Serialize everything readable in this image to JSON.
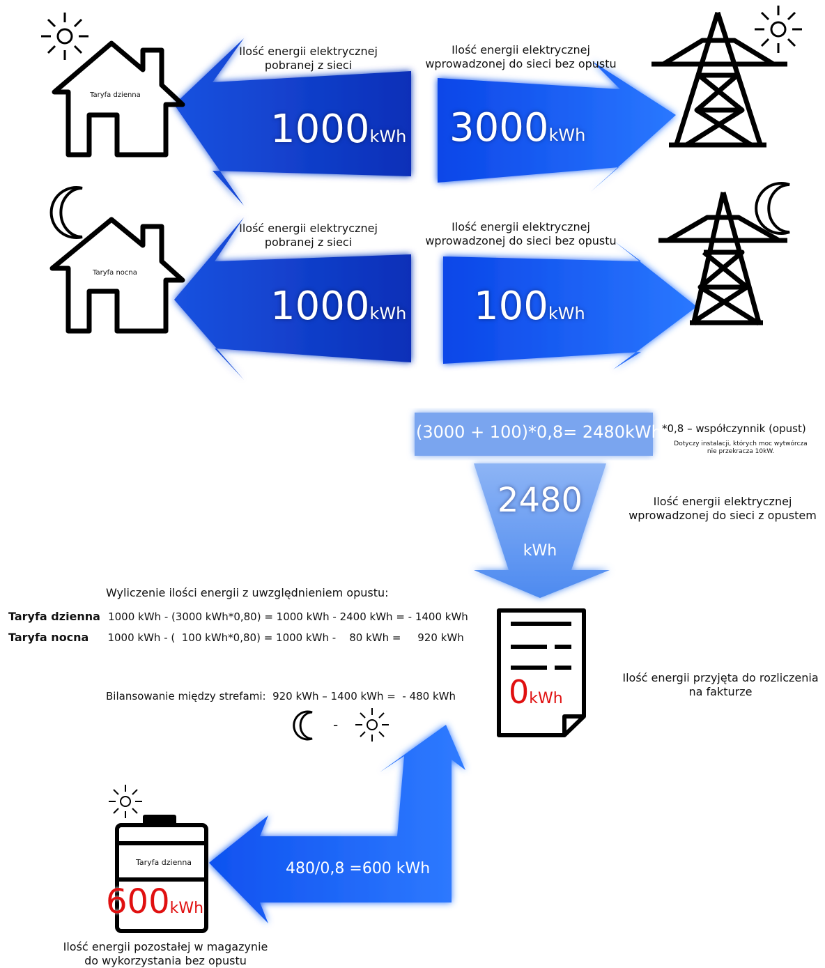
{
  "top_row": {
    "house_label": "Taryfa dzienna",
    "left_caption_line1": "Ilość energii elektrycznej",
    "left_caption_line2": "pobranej z sieci",
    "left_value": "1000",
    "left_unit": "kWh",
    "right_caption_line1": "Ilość energii elektrycznej",
    "right_caption_line2": "wprowadzonej do sieci bez opustu",
    "right_value": "3000",
    "right_unit": "kWh",
    "icon": "sun-icon"
  },
  "bottom_row": {
    "house_label": "Taryfa nocna",
    "left_caption_line1": "Ilość energii elektrycznej",
    "left_caption_line2": "pobranej z sieci",
    "left_value": "1000",
    "left_unit": "kWh",
    "right_caption_line1": "Ilość energii elektrycznej",
    "right_caption_line2": "wprowadzonej do sieci bez opustu",
    "right_value": "100",
    "right_unit": "kWh",
    "icon": "moon-icon"
  },
  "formula": {
    "text": "(3000 + 100)*0,8= 2480kWh",
    "note_title": "*0,8 – współczynnik (opust)",
    "note_line1": "Dotyczy instalacji, których moc wytwórcza",
    "note_line2": "nie przekracza 10kW."
  },
  "down_arrow": {
    "value": "2480",
    "unit": "kWh",
    "caption_line1": "Ilość energii elektrycznej",
    "caption_line2": "wprowadzonej do sieci z opustem"
  },
  "calculation": {
    "heading": "Wyliczenie ilości energii z uwzględnieniem opustu:",
    "day_label": "Taryfa dzienna",
    "day_formula": "1000 kWh - (3000 kWh*0,80) = 1000 kWh - 2400 kWh = - 1400 kWh",
    "night_label": "Taryfa nocna",
    "night_formula": "1000 kWh - (  100 kWh*0,80) = 1000 kWh -    80 kWh =     920 kWh",
    "balance": "Bilansowanie między strefami:  920 kWh – 1400 kWh =  - 480 kWh",
    "minus": "-"
  },
  "invoice": {
    "value": "0",
    "unit": "kWh",
    "caption_line1": "Ilość energii przyjęta do rozliczenia",
    "caption_line2": "na fakturze"
  },
  "storage": {
    "label": "Taryfa dzienna",
    "value": "600",
    "unit": "kWh",
    "arrow_text": "480/0,8 =600 kWh",
    "caption_line1": "Ilość energii pozostałej w magazynie",
    "caption_line2": "do wykorzystania bez opustu"
  },
  "colors": {
    "dark_blue": "#0033c8",
    "mid_blue": "#1565f0",
    "light_blue": "#7aa8f2",
    "accent_red": "#e01010"
  }
}
